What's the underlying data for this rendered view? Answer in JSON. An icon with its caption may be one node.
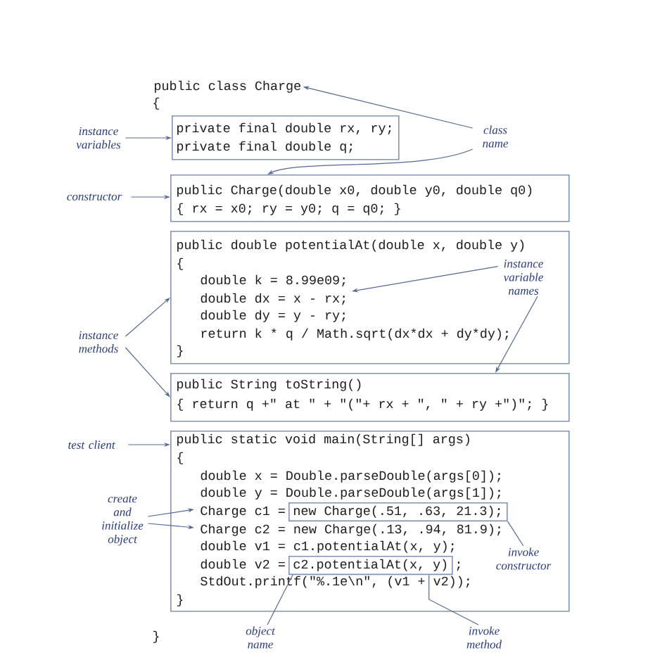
{
  "diagram": {
    "nodes": [
      {
        "text": [
          "public class Charge"
        ]
      },
      {
        "text": [
          "class name"
        ]
      },
      {
        "text": [
          "instance variables"
        ]
      },
      {
        "text": [
          "private final double rx, ry;",
          "private final double q;"
        ]
      },
      {
        "text": [
          "constructor"
        ]
      },
      {
        "text": [
          "public Charge(double x0, double y0, double q0)",
          "{ rx = x0; ry = y0; q = q0; }"
        ]
      },
      {
        "text": [
          "public double potentialAt(double x, double y)",
          "{",
          "double k = 8.99e09;",
          "double dx = x - rx;",
          "double dy = y - ry;",
          "return k * q / Math.sqrt(dx*dx + dy*dy);",
          "}"
        ]
      },
      {
        "text": [
          "instance variable names"
        ],
        "in": 6
      },
      {
        "text": [
          "instance methods"
        ]
      },
      {
        "text": [
          "public String toString()",
          "{ return q +\" at \" + \"(\"+ rx + \", \" + ry +\")\"; }"
        ]
      },
      {
        "text": [
          "test client"
        ]
      },
      {
        "text": [
          "public static void main(String[] args)",
          "{",
          "double x = Double.parseDouble(args[0]);",
          "double y = Double.parseDouble(args[1]);",
          "Charge c1 =",
          "Charge c2 = new Charge(.13, .94, 81.9);",
          "double v1 = c1.potentialAt(x, y);",
          "double v2 =",
          ";",
          "StdOut.printf(\"%.1e\\n\", (v1 + v2));",
          "}"
        ]
      },
      {
        "text": [
          "create and initialize object"
        ]
      },
      {
        "text": [
          "new Charge(.51, .63, 21.3);"
        ],
        "in": 11
      },
      {
        "text": [
          "invoke constructor"
        ],
        "in": 11
      },
      {
        "text": [
          "c2.potentialAt(x, y)"
        ],
        "in": 11
      },
      {
        "text": [
          "object name"
        ]
      },
      {
        "text": [
          "invoke method"
        ]
      }
    ],
    "edges": [
      {
        "from": 1,
        "to": 0,
        "arrow": "to"
      },
      {
        "from": 1,
        "to": 5,
        "arrow": "to"
      },
      {
        "from": 2,
        "to": 3,
        "arrow": "to"
      },
      {
        "from": 4,
        "to": 5,
        "arrow": "to"
      },
      {
        "from": 7,
        "to": null,
        "arrow": "to"
      },
      {
        "from": 7,
        "to": 9,
        "arrow": "to"
      },
      {
        "from": 8,
        "to": 6,
        "arrow": "to"
      },
      {
        "from": 8,
        "to": 9,
        "arrow": "to"
      },
      {
        "from": 10,
        "to": 11,
        "arrow": "to"
      },
      {
        "from": 12,
        "to": null,
        "arrow": "to"
      },
      {
        "from": 12,
        "to": null,
        "arrow": "to"
      },
      {
        "from": 14,
        "to": 13,
        "arrow": "none"
      },
      {
        "from": 16,
        "to": 15,
        "arrow": "none"
      },
      {
        "from": 17,
        "to": 15,
        "arrow": "none"
      }
    ],
    "labels": [
      "{",
      "}"
    ]
  }
}
